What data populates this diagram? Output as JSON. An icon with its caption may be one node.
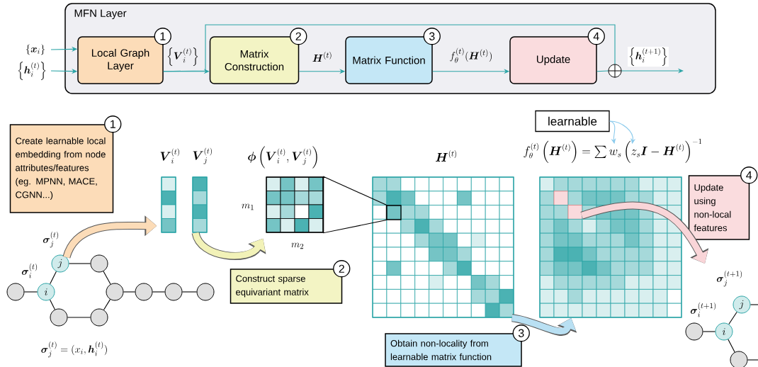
{
  "diagram": {
    "nodes": [
      {
        "text": [
          "MFN Layer"
        ]
      },
      {
        "text": [
          "Local Graph Layer"
        ],
        "in": 0,
        "beside": [
          "1"
        ]
      },
      {
        "text": [
          "Matrix Construction"
        ],
        "in": 0,
        "beside": [
          "2"
        ]
      },
      {
        "text": [
          "Matrix Function"
        ],
        "in": 0,
        "beside": [
          "3"
        ]
      },
      {
        "text": [
          "Update"
        ],
        "in": 0,
        "beside": [
          "4"
        ]
      },
      {
        "text": [],
        "shape": "circle",
        "in": 0
      },
      {
        "text": [
          "Create learnable local embedding from node attributes/features (eg. MPNN, MACE, CGNN...)"
        ],
        "beside": [
          "1"
        ]
      },
      {
        "text": [
          "\\boldsymbol{V}_i^{(t)}"
        ]
      },
      {
        "text": [
          "\\boldsymbol{V}_j^{(t)}"
        ]
      },
      {
        "text": [
          "\\boldsymbol{\\phi}\\left(\\boldsymbol{V}_i^{(t)},\\boldsymbol{V}_j^{(t)}\\right)"
        ]
      },
      {
        "text": [
          "\\boldsymbol{H}^{(t)}"
        ]
      },
      {
        "text": [],
        "shape": "box",
        "in": 10
      },
      {
        "text": [
          "learnable"
        ]
      },
      {
        "text": [
          "f_{\\theta}^{(t)}\\left(\\boldsymbol{H}^{(t)}\\right)=\\sum w_s\\left(z_s\\boldsymbol{I}-\\boldsymbol{H}^{(t)}\\right)^{-1}"
        ]
      },
      {
        "text": [
          "Update using non-local features"
        ],
        "beside": [
          "4"
        ]
      },
      {
        "text": [
          "Construct sparse equivariant matrix"
        ],
        "beside": [
          "2"
        ]
      },
      {
        "text": [
          "Obtain non-locality from learnable matrix function"
        ],
        "beside": [
          "3"
        ]
      },
      {
        "text": [
          "j"
        ],
        "beside": [
          "\\boldsymbol{\\sigma}_j^{(t)}"
        ]
      },
      {
        "text": [
          "i"
        ],
        "beside": [
          "\\boldsymbol{\\sigma}_i^{(t)}"
        ]
      },
      {
        "text": [],
        "shape": "circle"
      },
      {
        "text": [],
        "shape": "circle"
      },
      {
        "text": [],
        "shape": "circle"
      },
      {
        "text": [],
        "shape": "circle"
      },
      {
        "text": [],
        "shape": "circle"
      },
      {
        "text": [],
        "shape": "circle"
      },
      {
        "text": [],
        "shape": "circle"
      },
      {
        "text": [],
        "shape": "circle"
      },
      {
        "text": [
          "j"
        ],
        "beside": [
          "\\boldsymbol{\\sigma}_j^{(t+1)}"
        ]
      },
      {
        "text": [],
        "shape": "circle"
      },
      {
        "text": [
          "i"
        ],
        "beside": [
          "\\boldsymbol{\\sigma}_i^{(t+1)}"
        ]
      },
      {
        "text": [],
        "shape": "circle"
      }
    ],
    "edges": [
      {
        "from": null,
        "to": 1,
        "arrow": "to",
        "label": "\\{\\boldsymbol{x}_i\\}",
        "color": "#2ba4a6"
      },
      {
        "from": null,
        "to": 1,
        "arrow": "to",
        "label": "\\left\\{\\boldsymbol{h}_i^{(t)}\\right\\}",
        "color": "#2ba4a6"
      },
      {
        "from": 1,
        "to": 2,
        "arrow": "to",
        "label": "\\left\\{\\boldsymbol{V}_i^{(t)}\\right\\}",
        "color": "#2ba4a6"
      },
      {
        "from": 2,
        "to": 3,
        "arrow": "to",
        "label": "\\boldsymbol{H}^{(t)}",
        "color": "#2ba4a6"
      },
      {
        "from": 3,
        "to": 4,
        "arrow": "to",
        "label": "f_{\\theta}^{(t)}(\\boldsymbol{H}^{(t)})",
        "color": "#2ba4a6"
      },
      {
        "from": 4,
        "to": 5,
        "arrow": "none",
        "color": "#2ba4a6"
      },
      {
        "from": 1,
        "to": 5,
        "arrow": "none",
        "color": "#2ba4a6"
      },
      {
        "from": 5,
        "to": null,
        "arrow": "to",
        "label": "\\left\\{\\boldsymbol{h}_i^{(t+1)}\\right\\}",
        "color": "#2ba4a6"
      },
      {
        "from": 17,
        "to": 7,
        "arrow": "to",
        "style": "thick",
        "color": "#fcdcb8"
      },
      {
        "from": 8,
        "to": 9,
        "arrow": "to",
        "style": "thick",
        "color": "#f2f2b8"
      },
      {
        "from": 9,
        "to": 11,
        "arrow": "none"
      },
      {
        "from": 10,
        "to": 13,
        "arrow": "to",
        "style": "thick",
        "color": "#b9e0f3"
      },
      {
        "from": 13,
        "to": null,
        "arrow": "to",
        "style": "thick",
        "color": "#f9d5d8"
      },
      {
        "from": 12,
        "to": 13,
        "arrow": "to",
        "color": "#8ccbec"
      },
      {
        "from": 12,
        "to": 13,
        "arrow": "to",
        "color": "#8ccbec"
      },
      {
        "from": 19,
        "to": 18,
        "arrow": "none"
      },
      {
        "from": 18,
        "to": 17,
        "arrow": "none"
      },
      {
        "from": 17,
        "to": 20,
        "arrow": "none"
      },
      {
        "from": 20,
        "to": 21,
        "arrow": "none"
      },
      {
        "from": 21,
        "to": 23,
        "arrow": "none"
      },
      {
        "from": 23,
        "to": 22,
        "arrow": "none"
      },
      {
        "from": 22,
        "to": 18,
        "arrow": "none"
      },
      {
        "from": 21,
        "to": 24,
        "arrow": "none"
      },
      {
        "from": 24,
        "to": 25,
        "arrow": "none"
      },
      {
        "from": 25,
        "to": 26,
        "arrow": "none"
      },
      {
        "from": 28,
        "to": 29,
        "arrow": "none"
      },
      {
        "from": 29,
        "to": 27,
        "arrow": "none"
      },
      {
        "from": 29,
        "to": 30,
        "arrow": "none"
      },
      {
        "from": 27,
        "to": null,
        "arrow": "none"
      },
      {
        "from": 30,
        "to": null,
        "arrow": "none"
      }
    ],
    "labels": [
      "m_1",
      "m_2",
      "\\boldsymbol{\\sigma}_j^{(t)}=(x_i,\\boldsymbol{h}_i^{(t)})"
    ]
  }
}
